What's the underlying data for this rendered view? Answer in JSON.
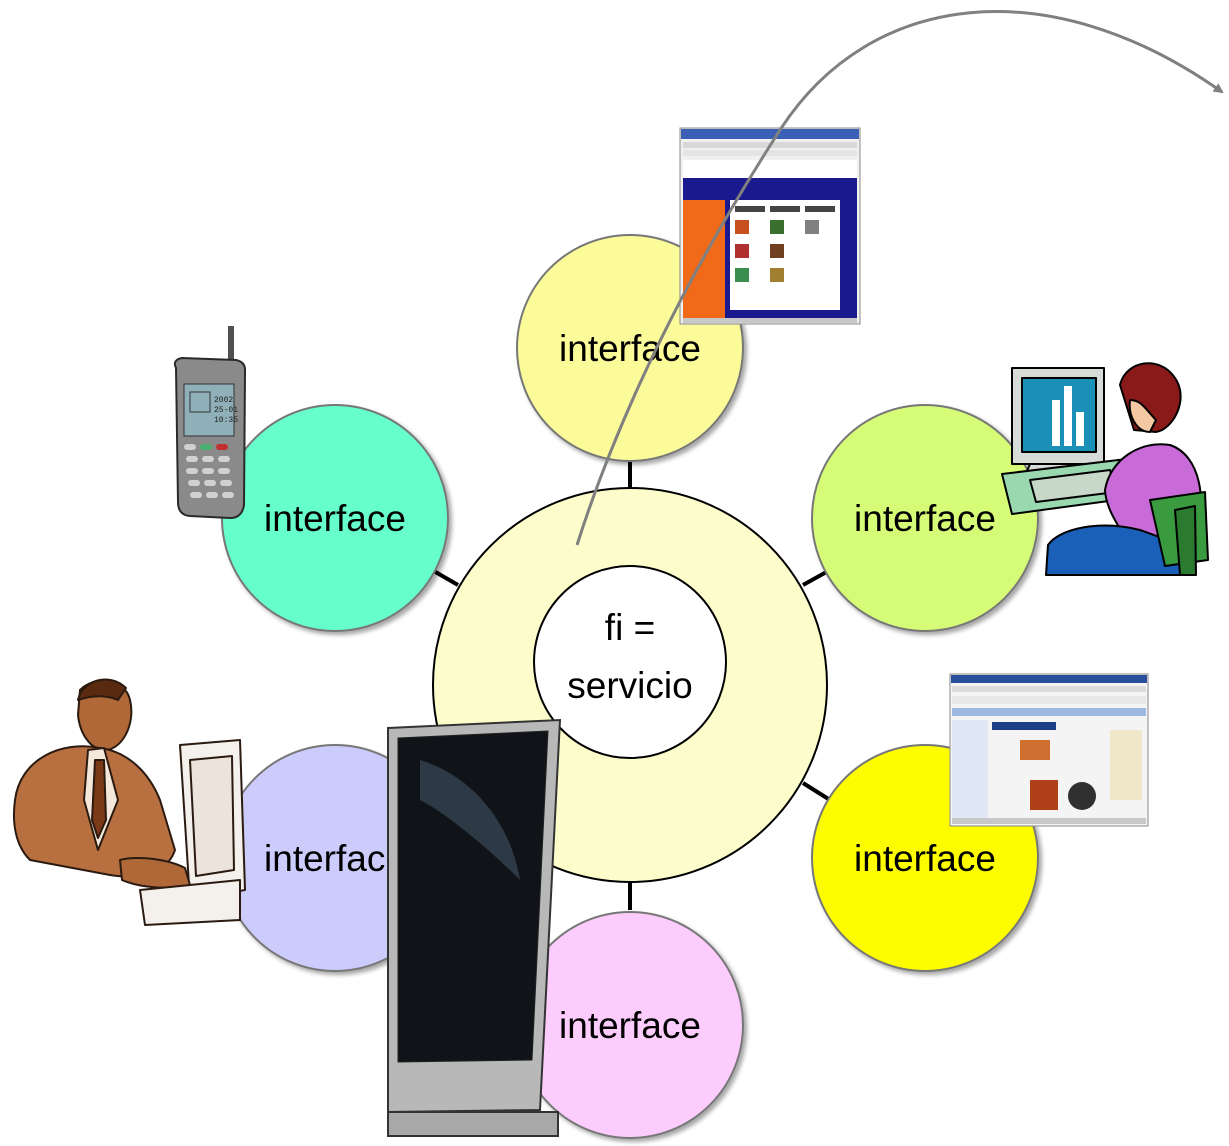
{
  "core": {
    "line1": "fi =",
    "line2": "servicio"
  },
  "interfaces": [
    {
      "label": "interface",
      "color": "#fbfb99",
      "device": "web-browser-screenshot"
    },
    {
      "label": "interface",
      "color": "#d6fb77",
      "device": "woman-at-computer"
    },
    {
      "label": "interface",
      "color": "#fdfd00",
      "device": "web-page-screenshot"
    },
    {
      "label": "interface",
      "color": "#fcccfc",
      "device": "flat-screen-tv"
    },
    {
      "label": "interface",
      "color": "#ccccfc",
      "device": "man-at-computer"
    },
    {
      "label": "interface",
      "color": "#66ffcc",
      "device": "mobile-phone"
    }
  ],
  "colors": {
    "service_ring": "#fdfdcb",
    "core": "#ffffff",
    "arrow": "#808080",
    "outline": "#000000"
  }
}
